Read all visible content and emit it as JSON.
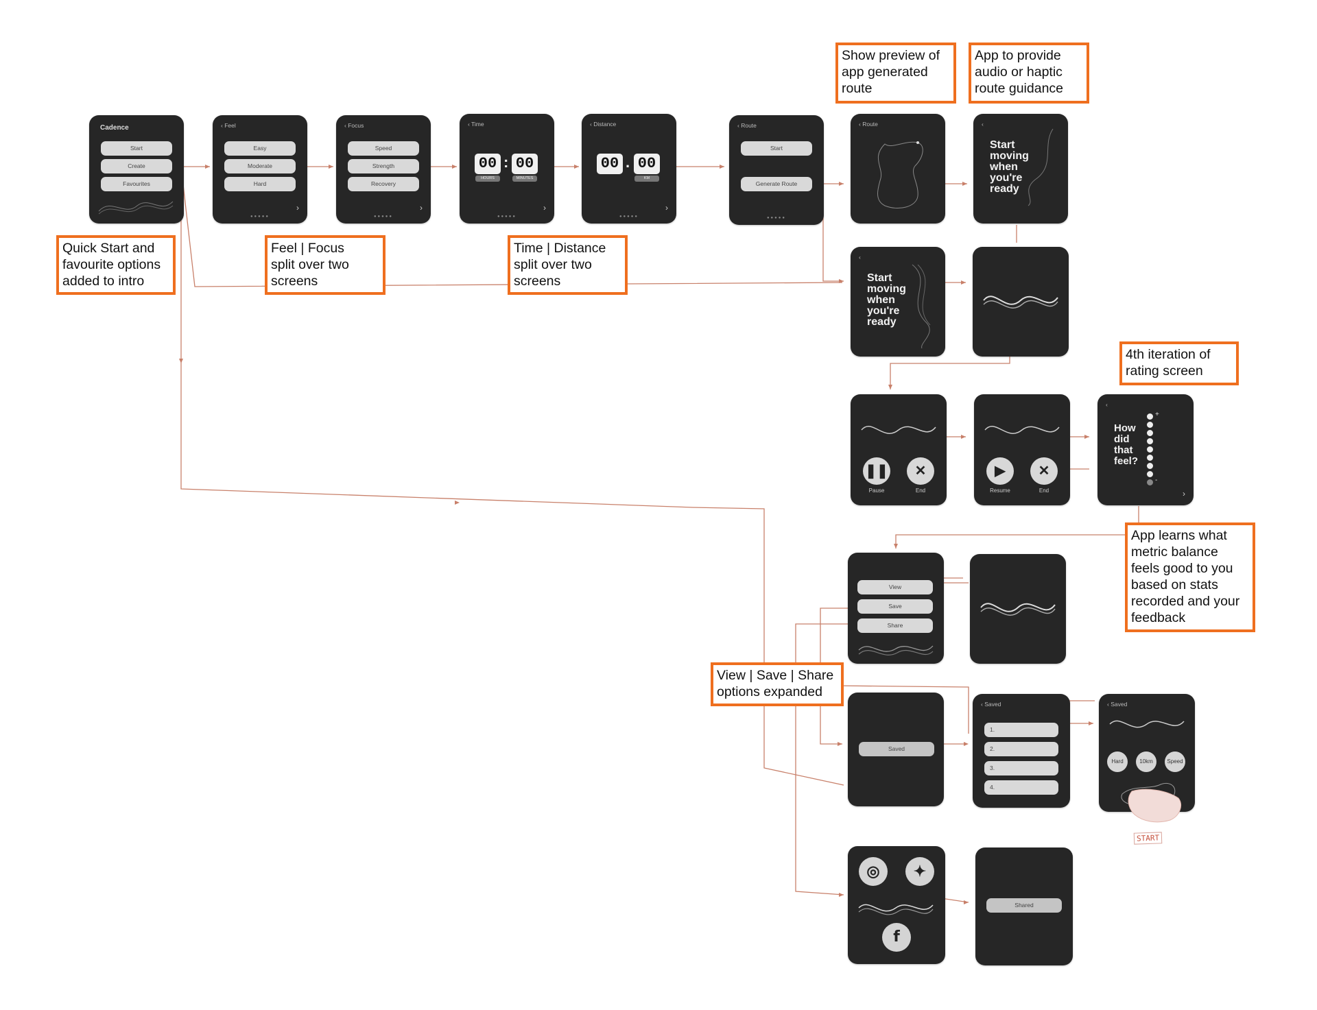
{
  "colors": {
    "annotation_border": "#ef6f1f",
    "screen_bg": "#262626",
    "flow_line": "#c8806a"
  },
  "screens": {
    "intro": {
      "title": "Cadence",
      "buttons": [
        "Start",
        "Create",
        "Favourites"
      ]
    },
    "feel": {
      "header": "Feel",
      "options": [
        "Easy",
        "Moderate",
        "Hard"
      ]
    },
    "focus": {
      "header": "Focus",
      "options": [
        "Speed",
        "Strength",
        "Recovery"
      ]
    },
    "time": {
      "header": "Time",
      "digits": [
        "00",
        "00"
      ],
      "units": [
        "HOURS",
        "MINUTES"
      ]
    },
    "distance": {
      "header": "Distance",
      "digits": [
        "00",
        "00"
      ],
      "units": [
        "",
        "KM"
      ]
    },
    "route": {
      "header": "Route",
      "buttons": [
        "Start",
        "Generate Route"
      ]
    },
    "route_preview": {
      "header": "Route"
    },
    "start_moving": {
      "text": "Start\nmoving\nwhen\nyou're\nready"
    },
    "start_moving_2": {
      "text": "Start\nmoving\nwhen\nyou're\nready"
    },
    "paused": {
      "buttons": [
        "Pause",
        "End"
      ]
    },
    "resume": {
      "buttons": [
        "Resume",
        "End"
      ]
    },
    "rating": {
      "question": "How\ndid\nthat\nfeel?",
      "plus": "+",
      "minus": "-"
    },
    "actions": {
      "buttons": [
        "View",
        "Save",
        "Share"
      ]
    },
    "saved_toast": {
      "label": "Saved"
    },
    "saved_list": {
      "header": "Saved",
      "items": [
        "1.",
        "2.",
        "3.",
        "4."
      ]
    },
    "saved_detail": {
      "header": "Saved",
      "tags": [
        "Hard",
        "10km",
        "Speed"
      ],
      "start_label": "START"
    },
    "shared_toast": {
      "label": "Shared"
    }
  },
  "annotations": {
    "quick_start": "Quick Start and\nfavourite options\nadded to intro",
    "feel_focus": "Feel | Focus\nsplit over two\nscreens",
    "time_distance": "Time | Distance\nsplit over two\nscreens",
    "route_preview": "Show preview of\napp generated\nroute",
    "guidance": "App to provide\naudio or haptic\nroute guidance",
    "rating": "4th iteration of\nrating screen",
    "learns": "App learns what\nmetric balance\nfeels good to you\nbased on stats\nrecorded and your\nfeedback",
    "view_save_share": "View | Save | Share\noptions expanded"
  },
  "icons": [
    "back-chevron-icon",
    "forward-chevron-icon",
    "pause-icon",
    "end-x-icon",
    "play-icon",
    "instagram-icon",
    "twitter-icon",
    "facebook-icon",
    "wave-graphic-icon",
    "route-graphic-icon"
  ]
}
